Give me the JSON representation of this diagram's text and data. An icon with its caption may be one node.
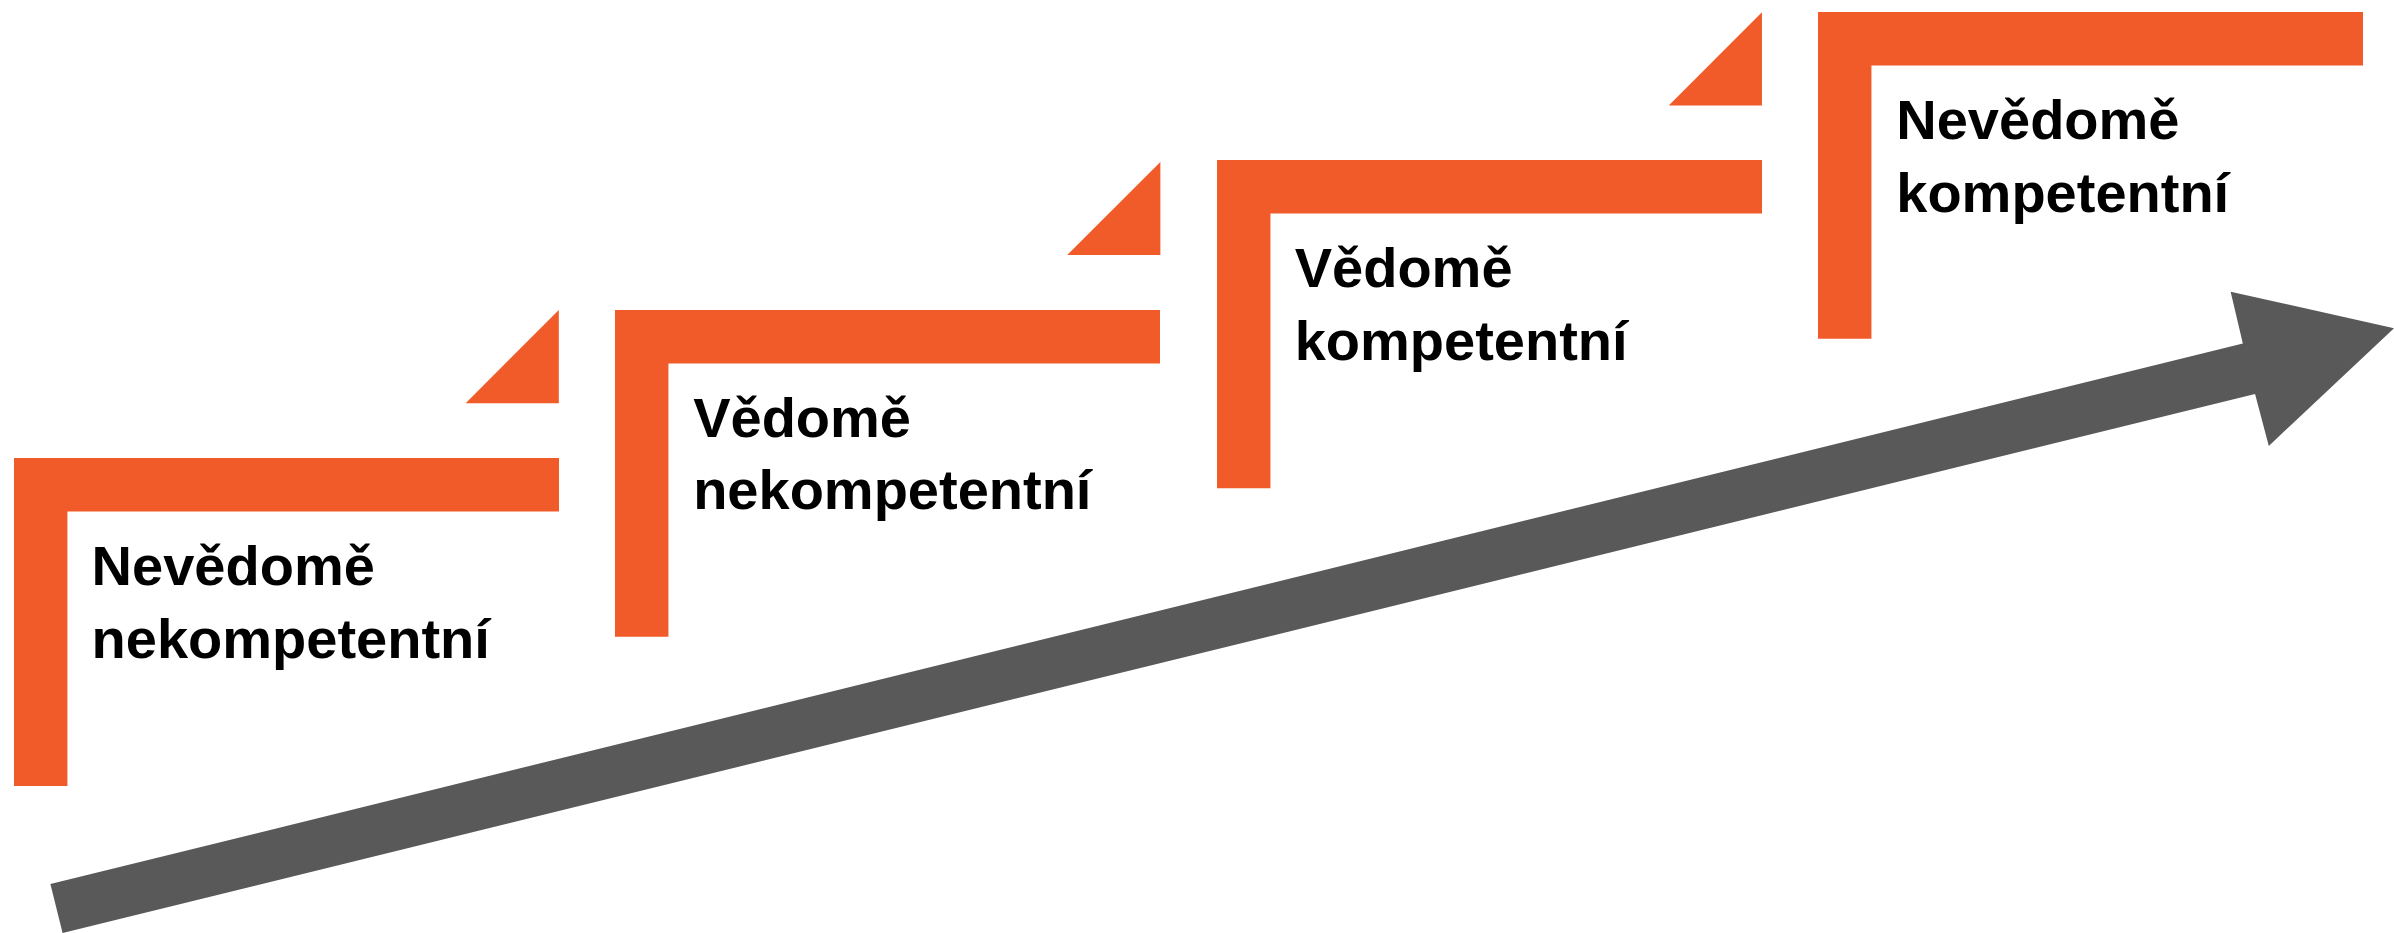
{
  "diagram": {
    "nodes": [
      {
        "text": [
          "Nevědomě nekompetentní"
        ]
      },
      {
        "text": [
          "Vědomě nekompetentní"
        ]
      },
      {
        "text": [
          "Vědomě kompetentní"
        ]
      },
      {
        "text": [
          "Nevědomě kompetentní"
        ]
      }
    ]
  }
}
